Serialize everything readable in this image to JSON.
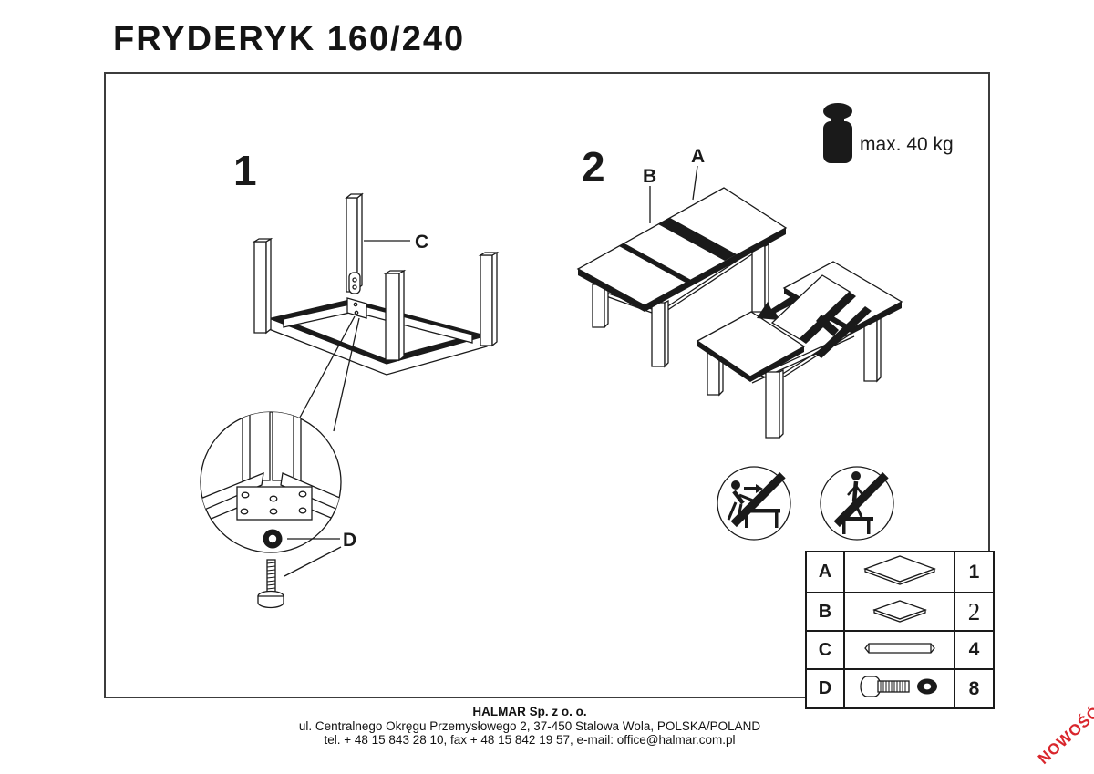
{
  "page": {
    "title": "FRYDERYK 160/240",
    "ink_color": "#1a1a1a",
    "accent_red": "#d9262c"
  },
  "diagram": {
    "step1": {
      "number": "1",
      "leg_label": "C",
      "hardware_label": "D"
    },
    "step2": {
      "number": "2",
      "top_label": "A",
      "leaf_label": "B"
    },
    "weight_limit": {
      "icon": "weight-icon",
      "label": "max. 40 kg"
    },
    "warnings": [
      {
        "icon": "no-pushing-table-icon"
      },
      {
        "icon": "no-standing-on-table-icon"
      }
    ]
  },
  "parts": {
    "rows": [
      {
        "letter": "A",
        "icon": "tabletop-panel-icon",
        "qty": "1"
      },
      {
        "letter": "B",
        "icon": "extension-leaf-icon",
        "qty": "2"
      },
      {
        "letter": "C",
        "icon": "table-leg-icon",
        "qty": "4"
      },
      {
        "letter": "D",
        "icon": "bolt-and-washer-icon",
        "qty": "8"
      }
    ]
  },
  "footer": {
    "company": "HALMAR Sp. z o. o.",
    "address": "ul. Centralnego Okręgu Przemysłowego 2, 37-450 Stalowa Wola, POLSKA/POLAND",
    "contact": "tel. + 48 15 843 28 10, fax + 48 15 842 19 57, e-mail: office@halmar.com.pl"
  },
  "badge": {
    "text": "NOWOŚĆ"
  }
}
